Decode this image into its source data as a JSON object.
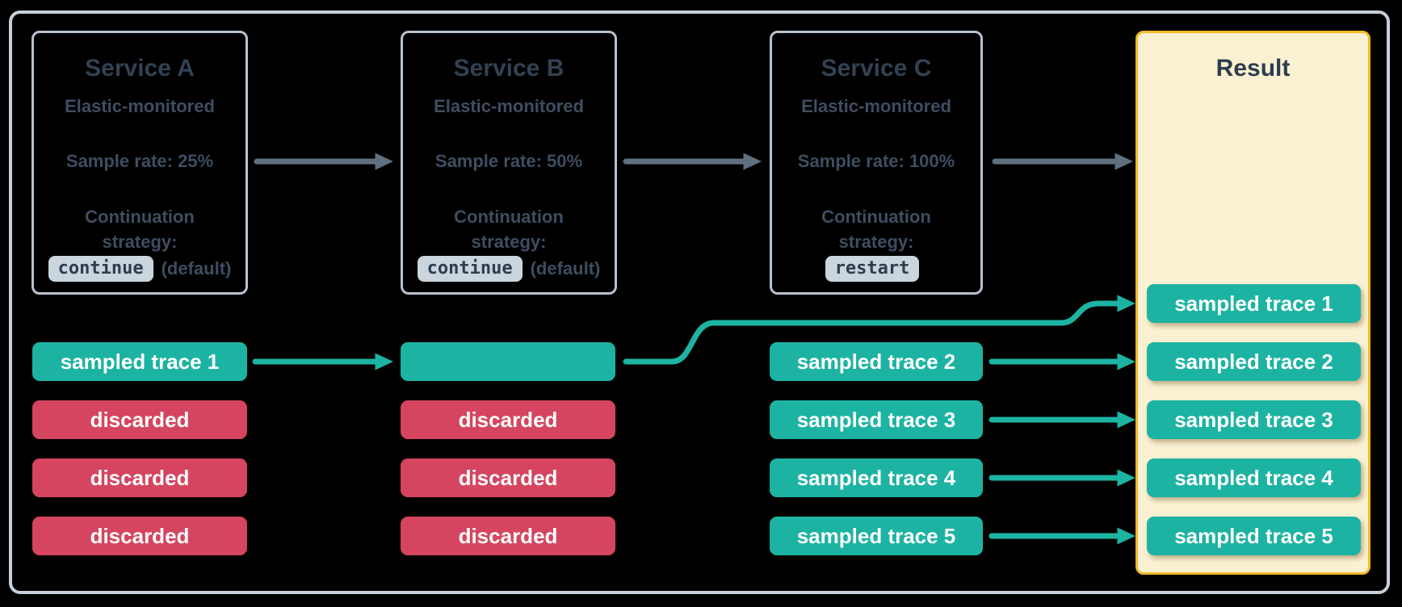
{
  "colors": {
    "background": "#000000",
    "outer_border": "#c6cfda",
    "service_border": "#b6c2ce",
    "title_text": "#324254",
    "body_text": "#3e4e60",
    "chip_bg": "#cbd5dd",
    "chip_text": "#2e3d4e",
    "gray_arrow": "#5f7181",
    "teal": "#1db3a2",
    "red": "#d5455f",
    "result_bg": "#faf1d2",
    "result_border": "#f2b928",
    "pill_text": "#ffffff"
  },
  "services": [
    {
      "title": "Service A",
      "monitor": "Elastic-monitored",
      "sample_rate": "Sample rate: 25%",
      "continuation_line1": "Continuation",
      "continuation_line2": "strategy:",
      "strategy_value": "continue",
      "strategy_suffix": "(default)"
    },
    {
      "title": "Service B",
      "monitor": "Elastic-monitored",
      "sample_rate": "Sample rate: 50%",
      "continuation_line1": "Continuation",
      "continuation_line2": "strategy:",
      "strategy_value": "continue",
      "strategy_suffix": "(default)"
    },
    {
      "title": "Service C",
      "monitor": "Elastic-monitored",
      "sample_rate": "Sample rate: 100%",
      "continuation_line1": "Continuation",
      "continuation_line2": "strategy:",
      "strategy_value": "restart",
      "strategy_suffix": ""
    }
  ],
  "columns": {
    "a": {
      "pills": [
        {
          "label": "sampled trace 1",
          "type": "sampled"
        },
        {
          "label": "discarded",
          "type": "discarded"
        },
        {
          "label": "discarded",
          "type": "discarded"
        },
        {
          "label": "discarded",
          "type": "discarded"
        }
      ]
    },
    "b": {
      "pills": [
        {
          "label": "",
          "type": "sampled"
        },
        {
          "label": "discarded",
          "type": "discarded"
        },
        {
          "label": "discarded",
          "type": "discarded"
        },
        {
          "label": "discarded",
          "type": "discarded"
        }
      ]
    },
    "c": {
      "pills": [
        {
          "label": "sampled trace 2",
          "type": "sampled"
        },
        {
          "label": "sampled trace 3",
          "type": "sampled"
        },
        {
          "label": "sampled trace 4",
          "type": "sampled"
        },
        {
          "label": "sampled trace 5",
          "type": "sampled"
        }
      ]
    }
  },
  "result": {
    "title": "Result",
    "pills": [
      {
        "label": "sampled trace 1",
        "type": "sampled"
      },
      {
        "label": "sampled trace 2",
        "type": "sampled"
      },
      {
        "label": "sampled trace 3",
        "type": "sampled"
      },
      {
        "label": "sampled trace 4",
        "type": "sampled"
      },
      {
        "label": "sampled trace 5",
        "type": "sampled"
      }
    ]
  },
  "arrows": {
    "service_flow": [
      "service-a-to-service-b",
      "service-b-to-service-c",
      "service-c-to-result"
    ],
    "trace_flow": [
      "sampled-trace-1-a-to-b",
      "sampled-trace-1-b-to-result",
      "sampled-trace-2-c-to-result",
      "sampled-trace-3-c-to-result",
      "sampled-trace-4-c-to-result",
      "sampled-trace-5-c-to-result"
    ]
  }
}
